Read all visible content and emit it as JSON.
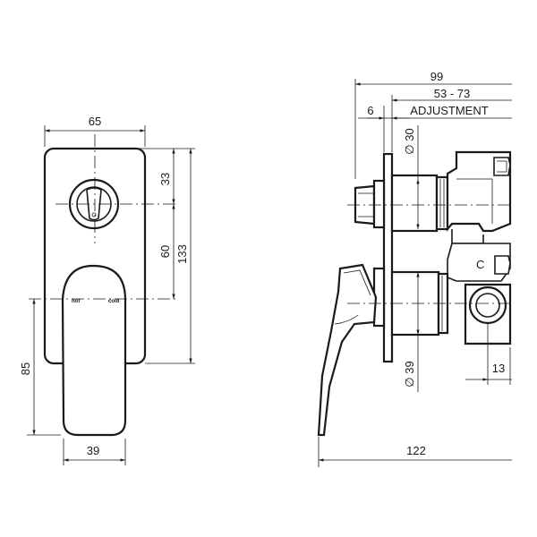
{
  "front_view": {
    "dim_width": "65",
    "dim_handle_offset": "33",
    "dim_center_distance": "60",
    "dim_plate_height": "133",
    "dim_lever_drop": "85",
    "dim_lever_width": "39",
    "label_hot": "hot",
    "label_cold": "cold"
  },
  "side_view": {
    "dim_total_depth": "99",
    "dim_adjustment_range": "53 - 73",
    "label_adjustment": "ADJUSTMENT",
    "dim_plate_thickness": "6",
    "dim_diverter_diameter": "∅ 30",
    "dim_mixer_diameter": "∅ 39",
    "dim_outlet": "13",
    "dim_lever_reach": "122",
    "label_c": "C"
  }
}
